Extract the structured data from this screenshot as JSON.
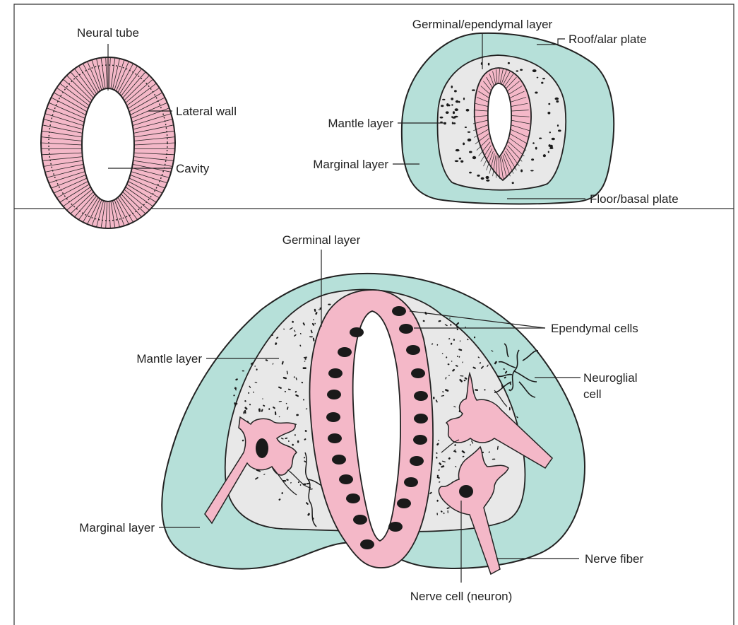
{
  "panel_a": {
    "neural_tube": "Neural tube",
    "lateral_wall": "Lateral wall",
    "cavity": "Cavity"
  },
  "panel_b": {
    "germinal_ependymal": "Germinal/ependymal layer",
    "roof_alar": "Roof/alar plate",
    "mantle": "Mantle layer",
    "marginal": "Marginal layer",
    "floor_basal": "Floor/basal plate"
  },
  "panel_c": {
    "germinal": "Germinal layer",
    "ependymal_cells": "Ependymal cells",
    "mantle": "Mantle layer",
    "neuroglial_1": "Neuroglial",
    "neuroglial_2": "cell",
    "marginal": "Marginal layer",
    "nerve_fiber": "Nerve fiber",
    "nerve_cell": "Nerve cell (neuron)"
  },
  "colors": {
    "pink": "#f4b8c8",
    "teal": "#b6e0d9",
    "gray": "#e8e8e8",
    "ink": "#1a1a1a"
  }
}
